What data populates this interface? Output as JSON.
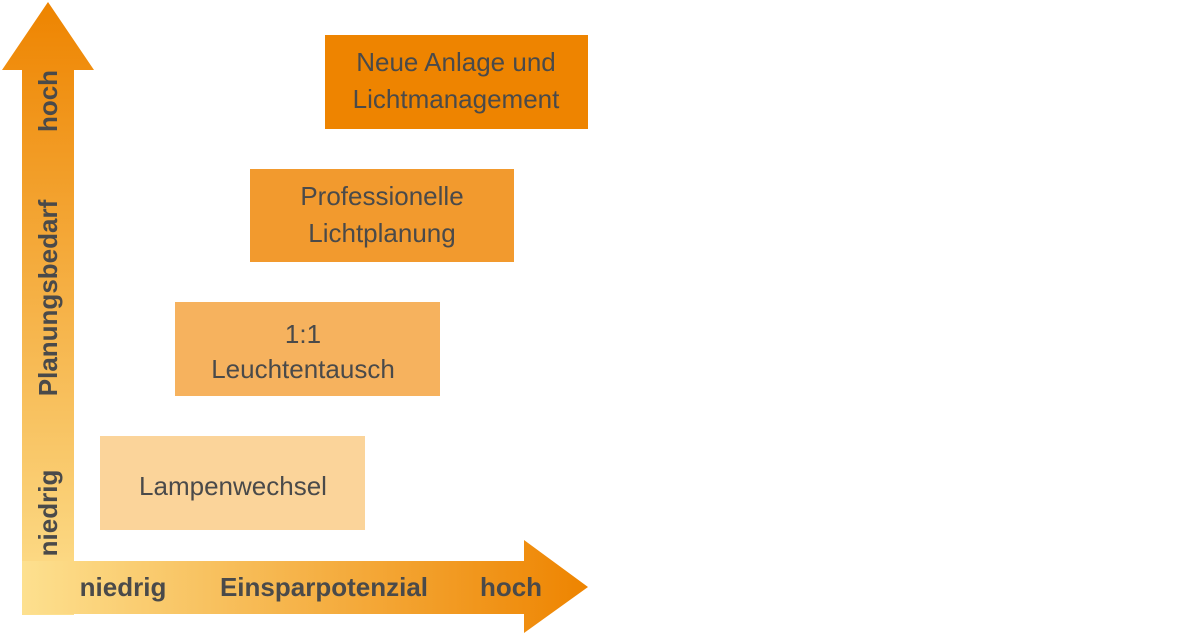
{
  "y_axis": {
    "label": "Planungsbedarf",
    "low": "niedrig",
    "high": "hoch"
  },
  "x_axis": {
    "label": "Einsparpotenzial",
    "low": "niedrig",
    "high": "hoch"
  },
  "steps": [
    {
      "line1": "Lampenwechsel",
      "line2": "",
      "color": "#fbd49a"
    },
    {
      "line1": "1:1",
      "line2": "Leuchtentausch",
      "color": "#f6b25e"
    },
    {
      "line1": "Professionelle",
      "line2": "Lichtplanung",
      "color": "#f29a2e"
    },
    {
      "line1": "Neue Anlage und",
      "line2": "Lichtmanagement",
      "color": "#ee8400"
    }
  ],
  "colors": {
    "axis_light": "#fde08f",
    "axis_dark": "#ee8400",
    "axis_text": "#4a4a4a",
    "box_text": "#4a4a4a"
  }
}
